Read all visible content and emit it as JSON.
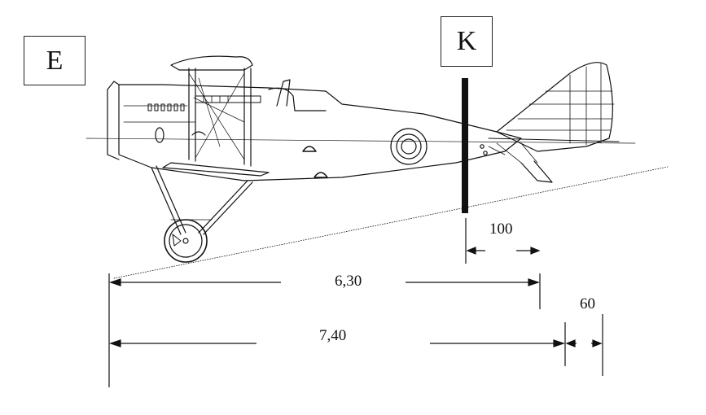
{
  "labels": {
    "e": "E",
    "k": "K"
  },
  "dimensions": {
    "tail_offset": "100",
    "length_a": "6,30",
    "length_b": "7,40",
    "extra": "60"
  },
  "colors": {
    "ink": "#111111",
    "background": "#ffffff"
  }
}
